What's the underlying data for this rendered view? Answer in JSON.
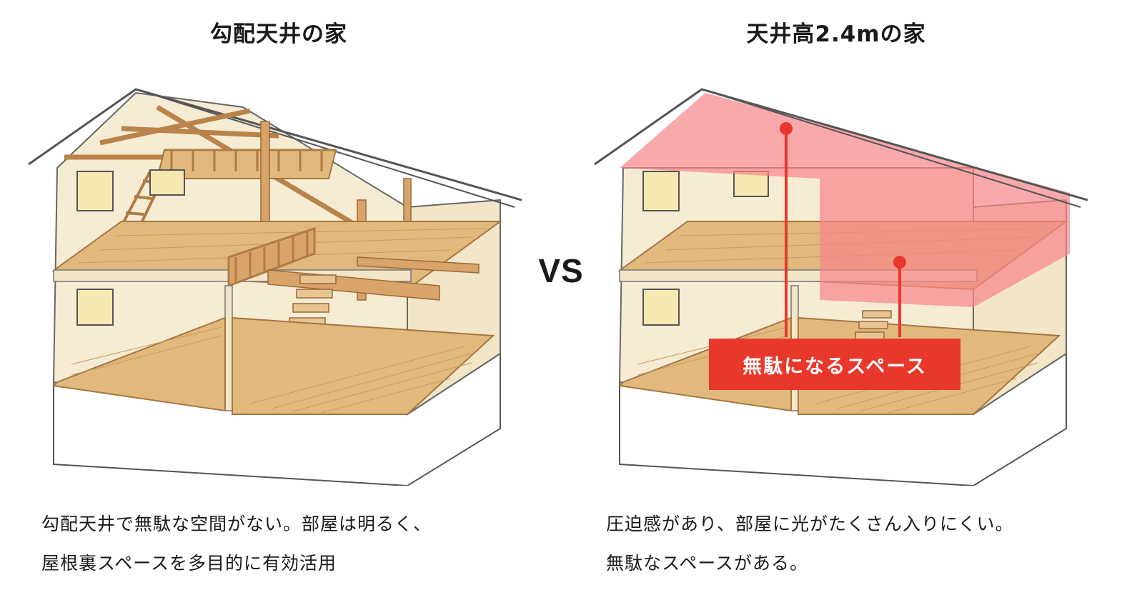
{
  "left_panel": {
    "title": "勾配天井の家",
    "caption_line1": "勾配天井で無駄な空間がない。部屋は明るく、",
    "caption_line2": "屋根裏スペースを多目的に有効活用"
  },
  "vs_label": "VS",
  "right_panel": {
    "title": "天井高2.4mの家",
    "caption_line1": "圧迫感があり、部屋に光がたくさん入りにくい。",
    "caption_line2": "無駄なスペースがある。",
    "callout_label": "無駄になるスペース"
  },
  "colors": {
    "wall": "#f6ecd4",
    "floor": "#e1b97c",
    "wood": "#d9a46a",
    "highlight": "#f7868a",
    "callout": "#e8382b"
  }
}
